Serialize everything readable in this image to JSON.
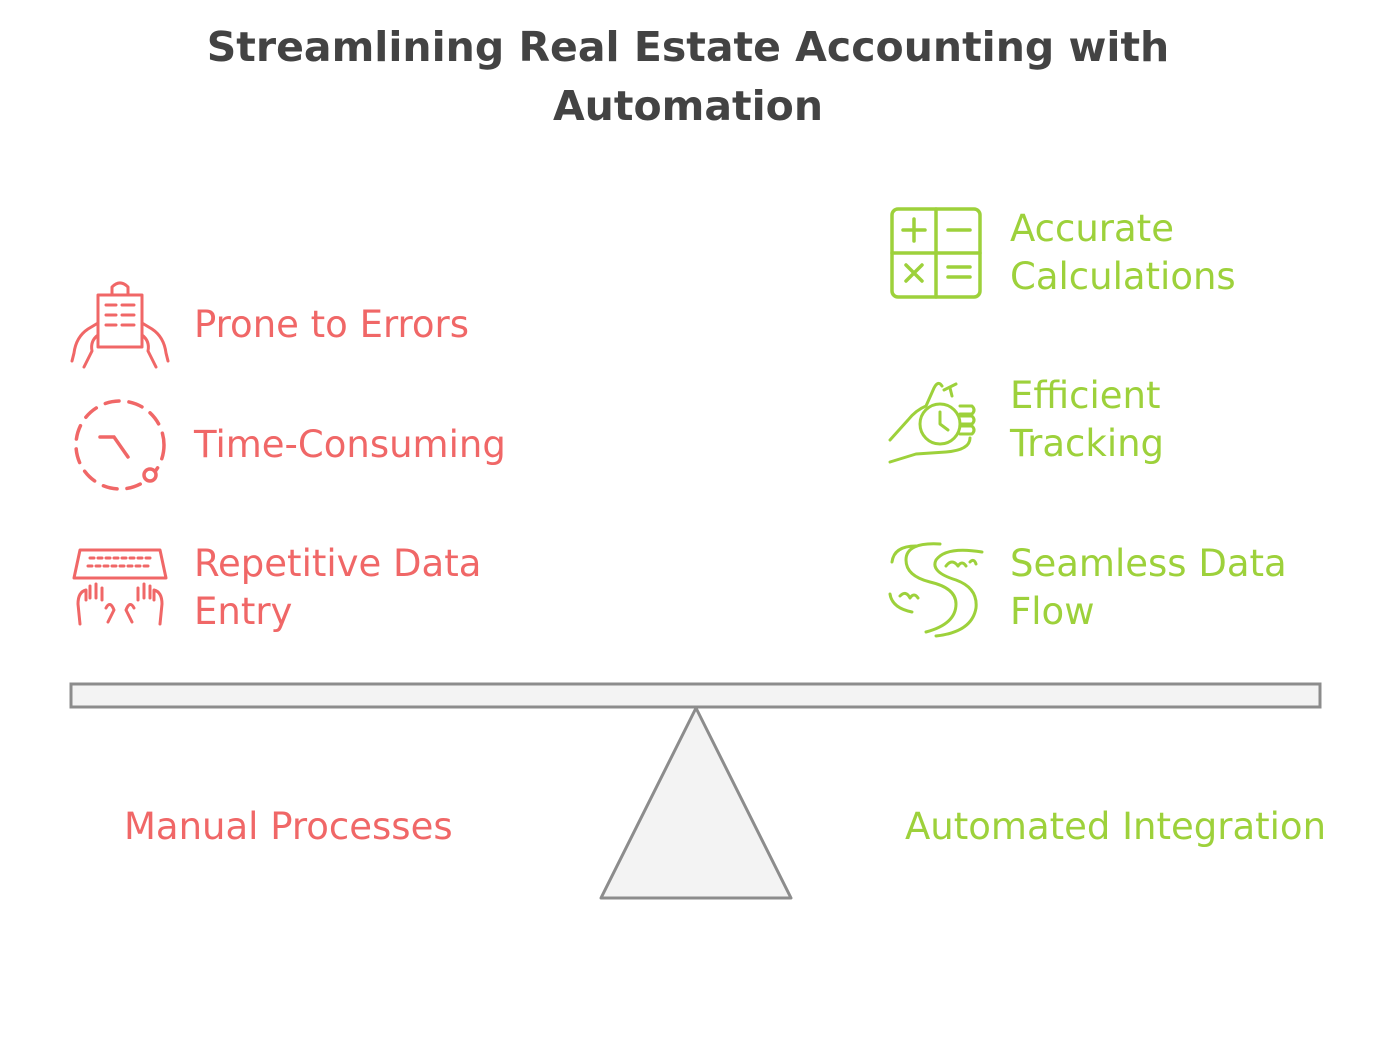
{
  "title": {
    "line1": "Streamlining Real Estate Accounting with",
    "line2": "Automation"
  },
  "colors": {
    "manual": "#f06767",
    "automated": "#9dd13b",
    "title": "#434343",
    "beam_fill": "#f3f3f3",
    "beam_stroke": "#8c8c8c"
  },
  "left": {
    "label": "Manual Processes",
    "items": [
      {
        "icon": "clipboard-hands-icon",
        "label": "Prone to Errors"
      },
      {
        "icon": "dashed-clock-icon",
        "label": "Time-Consuming"
      },
      {
        "icon": "keyboard-typing-icon",
        "label_line1": "Repetitive Data",
        "label_line2": "Entry"
      }
    ]
  },
  "right": {
    "label": "Automated Integration",
    "items": [
      {
        "icon": "calculator-grid-icon",
        "label_line1": "Accurate",
        "label_line2": "Calculations"
      },
      {
        "icon": "stopwatch-hand-icon",
        "label_line1": "Efficient",
        "label_line2": "Tracking"
      },
      {
        "icon": "river-flow-icon",
        "label_line1": "Seamless Data",
        "label_line2": "Flow"
      }
    ]
  }
}
